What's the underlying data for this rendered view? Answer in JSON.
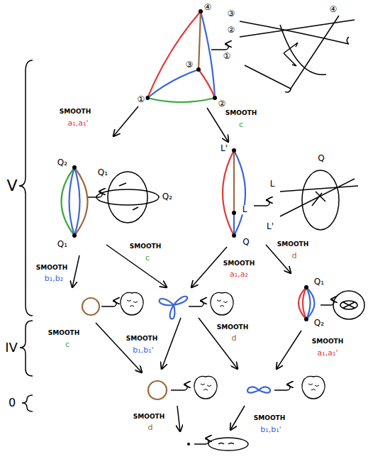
{
  "diagram": {
    "labels": [
      "④",
      "③",
      "①",
      "②",
      "③",
      "②",
      "①",
      "④",
      "V",
      "SMOOTH",
      "a₁,a₁'",
      "SMOOTH",
      "c",
      "Q₂",
      "Q₁",
      "Q₁",
      "Q₂",
      "L'",
      "L",
      "Q",
      "Q",
      "L",
      "L'",
      "SMOOTH",
      "c",
      "SMOOTH",
      "b₁,b₂",
      "SMOOTH",
      "a₁,a₂",
      "SMOOTH",
      "d",
      "Q₁",
      "Q₂",
      "IV",
      "SMOOTH",
      "c",
      "SMOOTH",
      "b₁,b₁'",
      "SMOOTH",
      "d",
      "SMOOTH",
      "a₁,a₁'",
      "0",
      "SMOOTH",
      "d",
      "SMOOTH",
      "b₁,b₁'"
    ]
  }
}
